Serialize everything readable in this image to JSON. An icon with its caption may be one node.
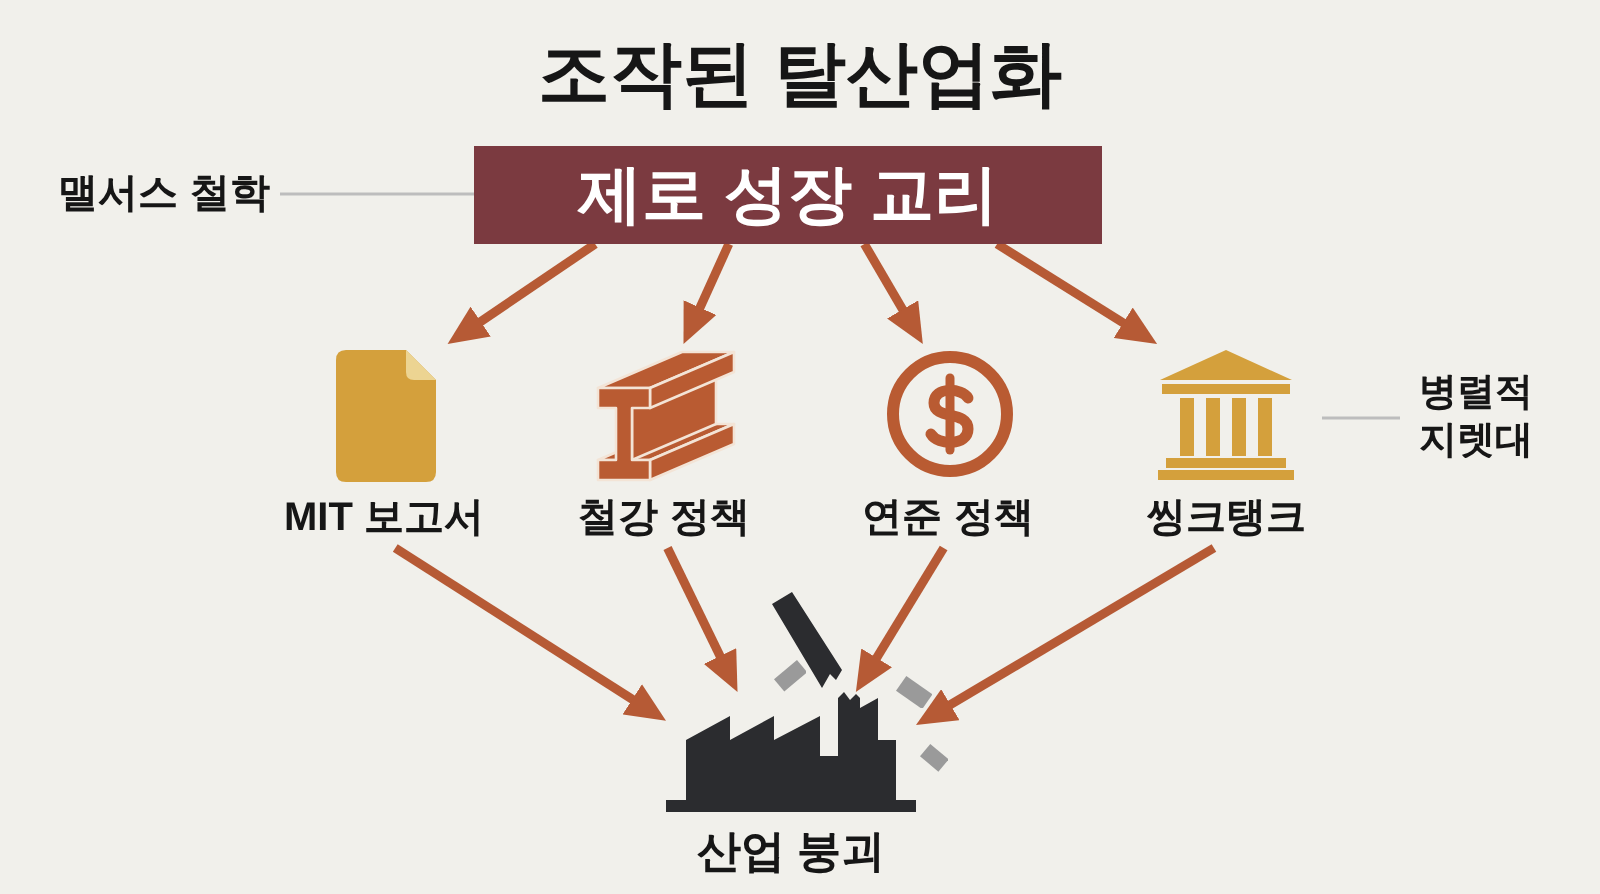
{
  "diagram": {
    "title": "조작된 탈산업화",
    "nodes": [
      {
        "text": [
          "맬서스 철학"
        ]
      },
      {
        "text": [
          "제로 성장 교리"
        ]
      },
      {
        "text": [
          "MIT 보고서"
        ]
      },
      {
        "text": [
          "철강 정책"
        ]
      },
      {
        "text": [
          "연준 정책"
        ]
      },
      {
        "text": [
          "씽크탱크"
        ]
      },
      {
        "text": [
          "병렬적 지렛대"
        ]
      },
      {
        "text": [
          "산업 붕괴"
        ]
      }
    ],
    "edges": [
      {
        "from": 0,
        "to": 1,
        "arrow": "none",
        "color": "#bdbdbd"
      },
      {
        "from": 1,
        "to": 2,
        "arrow": "to"
      },
      {
        "from": 1,
        "to": 3,
        "arrow": "to"
      },
      {
        "from": 1,
        "to": 4,
        "arrow": "to"
      },
      {
        "from": 1,
        "to": 5,
        "arrow": "to"
      },
      {
        "from": 2,
        "to": 7,
        "arrow": "to"
      },
      {
        "from": 3,
        "to": 7,
        "arrow": "to"
      },
      {
        "from": 4,
        "to": 7,
        "arrow": "to"
      },
      {
        "from": 5,
        "to": 7,
        "arrow": "to"
      },
      {
        "from": 6,
        "to": 5,
        "arrow": "none",
        "color": "#bdbdbd"
      }
    ]
  }
}
